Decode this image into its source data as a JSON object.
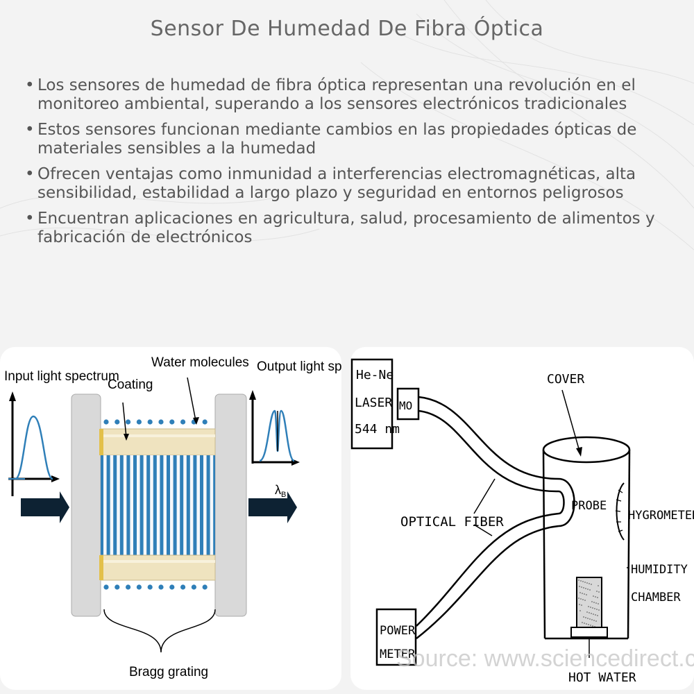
{
  "title": "Sensor De Humedad De Fibra Óptica",
  "bullets": [
    "Los sensores de humedad de fibra óptica representan una revolución en el monitoreo ambiental, superando a los sensores electrónicos tradicionales",
    "Estos sensores funcionan mediante cambios en las propiedades ópticas de materiales sensibles a la humedad",
    "Ofrecen ventajas como inmunidad a interferencias electromagnéticas, alta sensibilidad, estabilidad a largo plazo y seguridad en entornos peligrosos",
    "Encuentran aplicaciones en agricultura, salud, procesamiento de alimentos y fabricación de electrónicos"
  ],
  "bullet_symbol": "•",
  "figure_left": {
    "input_label": "Input light spectrum",
    "coating_label": "Coating",
    "water_label": "Water molecules",
    "output_label": "Output light spectrum",
    "lambda_label": "λ",
    "lambda_sub": "B",
    "bragg_label": "Bragg grating"
  },
  "figure_right": {
    "laser_line1": "He-Ne",
    "laser_line2": "LASER",
    "laser_line3": "544 nm",
    "mo_label": "MO",
    "cover_label": "COVER",
    "probe_label": "PROBE",
    "hygrometer_label": "HYGROMETER",
    "optical_fiber_label": "OPTICAL FIBER",
    "humidity_line1": "HUMIDITY",
    "humidity_line2": "CHAMBER",
    "power_line1": "POWER",
    "power_line2": "METER",
    "hot_water_label": "HOT WATER",
    "source_watermark": "Source: www.sciencedirect.com"
  },
  "colors": {
    "background": "#f3f3f3",
    "text": "#555555",
    "fiber_blue": "#2f7fb8",
    "coating": "#efe3bf",
    "holder_gray": "#d9d9d9"
  }
}
